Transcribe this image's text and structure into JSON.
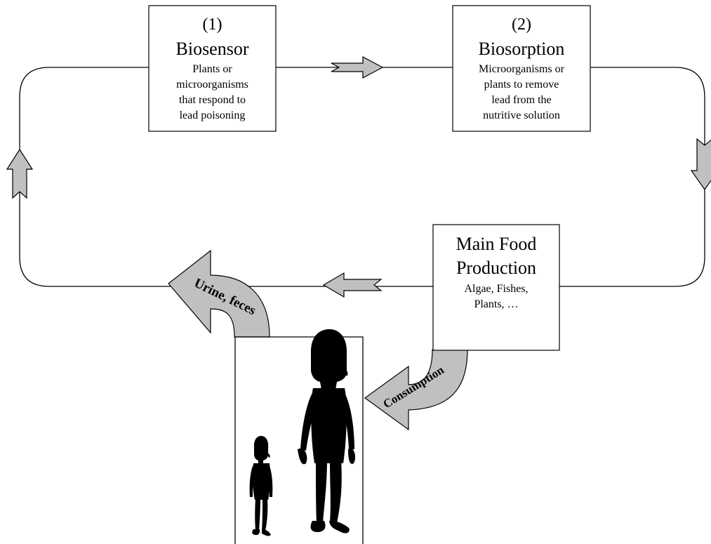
{
  "diagram": {
    "boxes": {
      "biosensor": {
        "number": "(1)",
        "title": "Biosensor",
        "lines": [
          "Plants or",
          "microorganisms",
          "that respond to",
          "lead poisoning"
        ]
      },
      "biosorption": {
        "number": "(2)",
        "title": "Biosorption",
        "lines": [
          "Microorganisms or",
          "plants to remove",
          "lead from the",
          "nutritive solution"
        ]
      },
      "food": {
        "title_lines": [
          "Main Food",
          "Production"
        ],
        "lines": [
          "Algae, Fishes,",
          "Plants, …"
        ]
      }
    },
    "curved_arrows": {
      "consumption": "Consumption",
      "excretion": "Urine, feces"
    },
    "colors": {
      "arrow_fill": "#c0c0c0",
      "line": "#000000",
      "background": "#ffffff"
    },
    "icons": [
      "adult-person-icon",
      "child-person-icon"
    ]
  }
}
